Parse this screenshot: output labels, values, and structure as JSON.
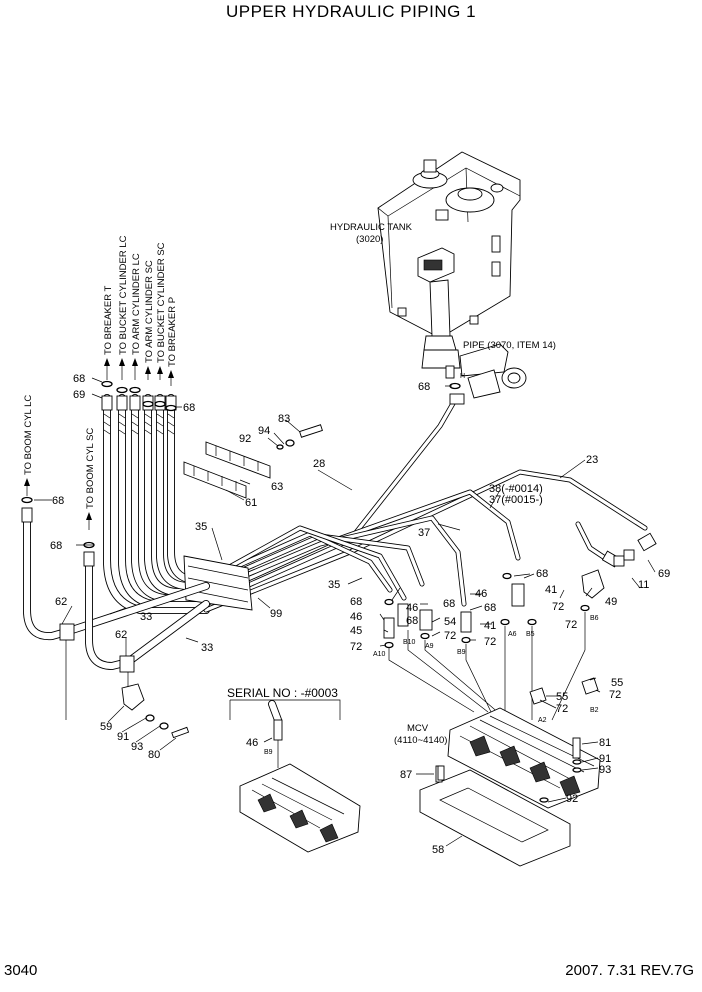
{
  "title": "UPPER HYDRAULIC PIPING 1",
  "page_number": "3040",
  "date_rev": "2007. 7.31  REV.7G",
  "serial_label": "SERIAL NO : -#0003",
  "labels": {
    "hydraulic_tank": "HYDRAULIC TANK",
    "hydraulic_tank_ref": "(3020)",
    "pipe_ref": "PIPE (3070, ITEM 14)",
    "mcv": "MCV",
    "mcv_ref": "(4110~4140)",
    "ref_38": "38(-#0014)",
    "ref_37": "37(#0015-)"
  },
  "destinations": [
    "TO BREAKER T",
    "TO BUCKET CYLINDER LC",
    "TO ARM CYLINDER LC",
    "TO ARM CYLINDER SC",
    "TO BUCKET CYLINDER SC",
    "TO BREAKER P",
    "TO BOOM CYL LC",
    "TO BOOM CYL SC"
  ],
  "ports": [
    "H",
    "A10",
    "B10",
    "A9",
    "B9",
    "A6",
    "B5",
    "B6",
    "A2",
    "B2",
    "B9"
  ],
  "callouts": [
    "68",
    "69",
    "68",
    "83",
    "94",
    "92",
    "63",
    "61",
    "28",
    "23",
    "68",
    "38(-#0014)",
    "37",
    "35",
    "68",
    "41",
    "46",
    "68",
    "68",
    "11",
    "69",
    "49",
    "72",
    "35",
    "46",
    "68",
    "68",
    "46",
    "54",
    "41",
    "72",
    "45",
    "72",
    "72",
    "72",
    "99",
    "33",
    "33",
    "62",
    "62",
    "59",
    "91",
    "93",
    "80",
    "46",
    "55",
    "72",
    "55",
    "72",
    "81",
    "91",
    "93",
    "87",
    "92",
    "58",
    "68",
    "68"
  ]
}
